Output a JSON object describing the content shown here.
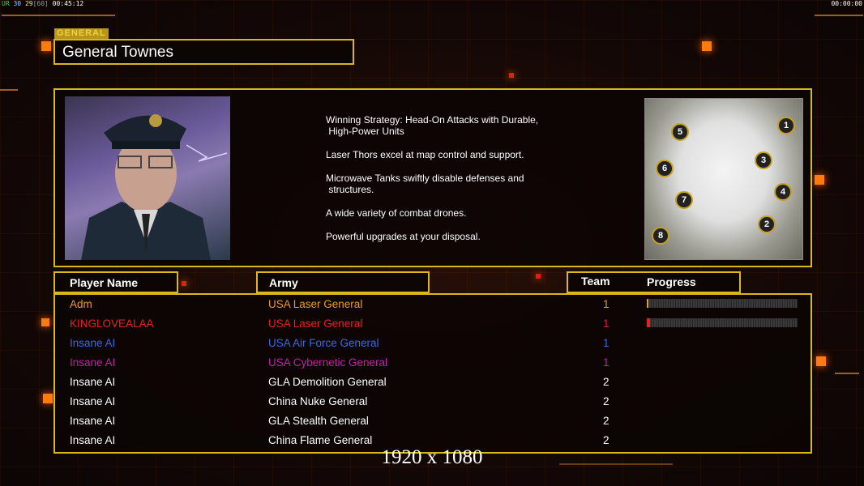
{
  "hud": {
    "fps_label": "UR",
    "fps_a": "30",
    "fps_b": "29",
    "fps_c": "[60]",
    "clock": "00:45:12",
    "right_clock": "00:00:00"
  },
  "general": {
    "tag": "GENERAL",
    "name": "General Townes"
  },
  "description": [
    "Winning Strategy: Head-On Attacks with Durable,\n High-Power Units",
    "Laser Thors excel at map control and support.",
    "Microwave Tanks swiftly disable defenses and\n structures.",
    "A wide variety of combat drones.",
    "Powerful upgrades at your disposal."
  ],
  "map": {
    "slots": [
      "1",
      "2",
      "3",
      "4",
      "5",
      "6",
      "7",
      "8"
    ]
  },
  "table": {
    "headers": {
      "player": "Player Name",
      "army": "Army",
      "team": "Team",
      "progress": "Progress"
    },
    "rows": [
      {
        "player": "Adm",
        "army": "USA Laser General",
        "team": "1",
        "color": "#e89a2a",
        "progress": 0.01
      },
      {
        "player": "KINGLOVEALAA",
        "army": "USA Laser General",
        "team": "1",
        "color": "#e82020",
        "progress": 0.02
      },
      {
        "player": "Insane AI",
        "army": "USA Air Force General",
        "team": "1",
        "color": "#3a68e8"
      },
      {
        "player": "Insane AI",
        "army": "USA Cybernetic General",
        "team": "1",
        "color": "#c020a8"
      },
      {
        "player": "Insane AI",
        "army": "GLA Demolition General",
        "team": "2",
        "color": "#ffffff"
      },
      {
        "player": "Insane AI",
        "army": "China Nuke General",
        "team": "2",
        "color": "#ffffff"
      },
      {
        "player": "Insane AI",
        "army": "GLA Stealth General",
        "team": "2",
        "color": "#ffffff"
      },
      {
        "player": "Insane AI",
        "army": "China Flame General",
        "team": "2",
        "color": "#ffffff"
      }
    ]
  },
  "resolution": "1920 x 1080"
}
